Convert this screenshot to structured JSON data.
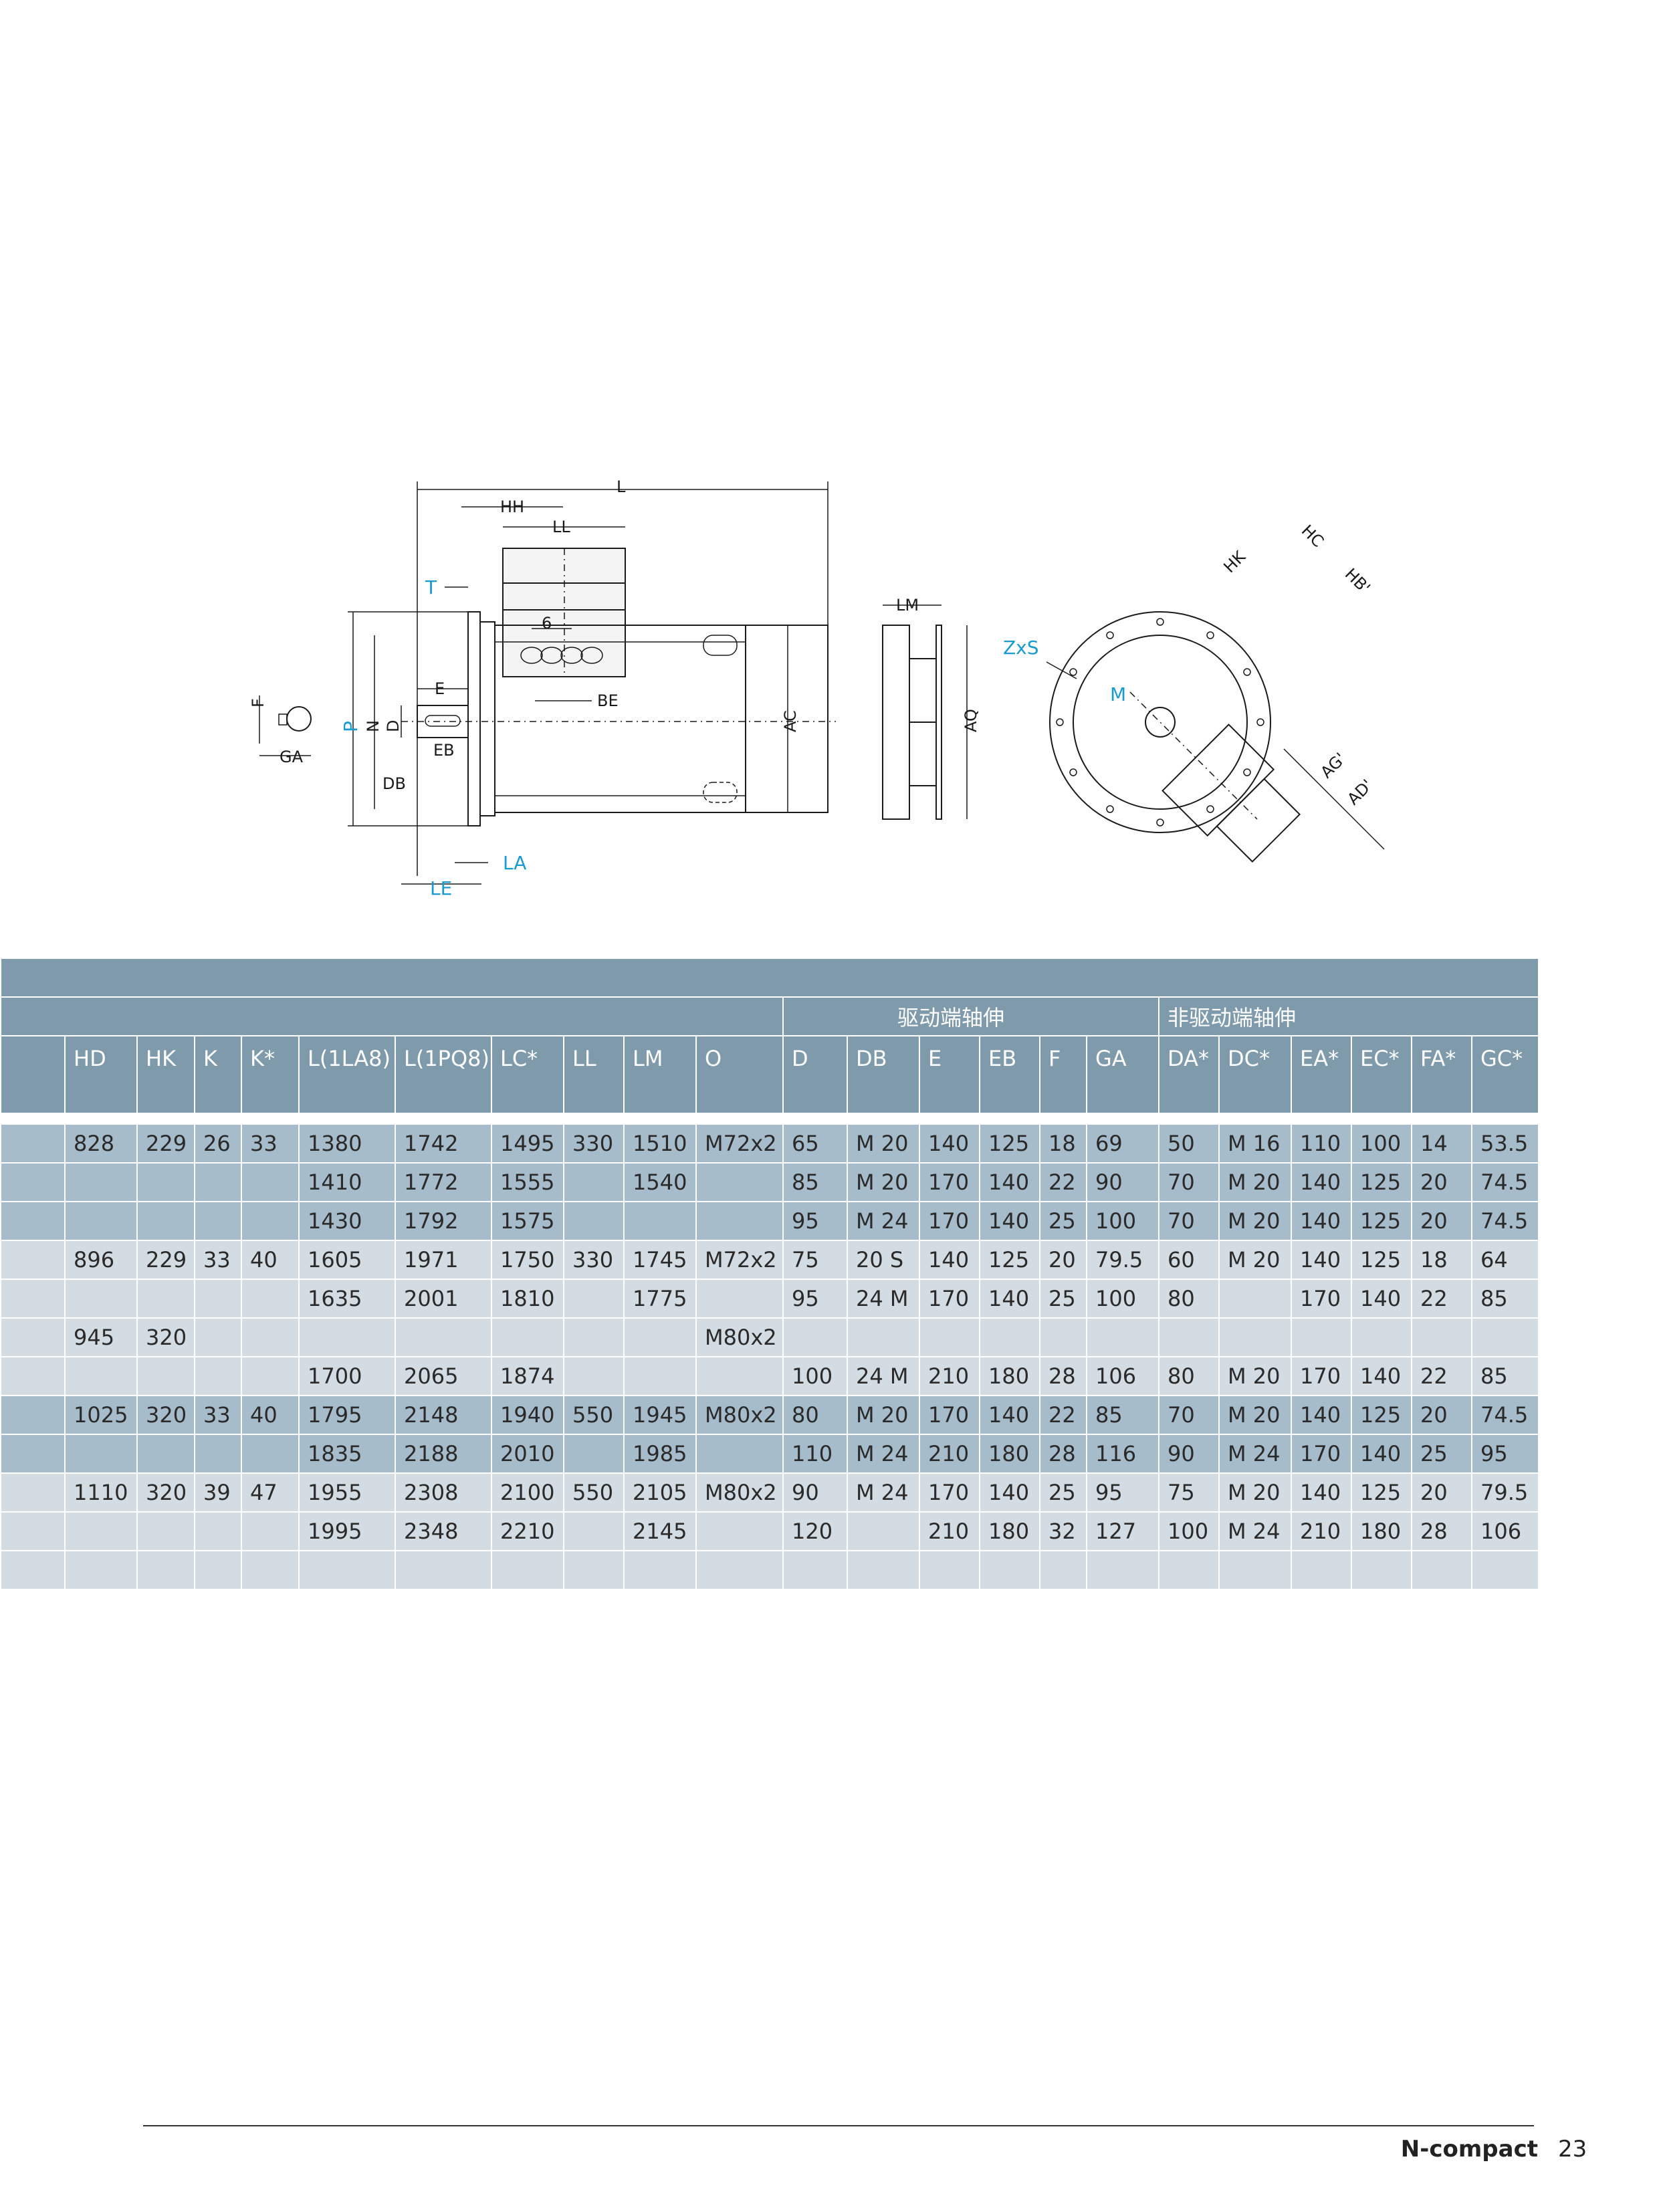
{
  "drawing": {
    "labels": {
      "L": "L",
      "HH": "HH",
      "LL": "LL",
      "T": "T",
      "six": "6",
      "E": "E",
      "BE": "BE",
      "F": "F",
      "GA": "GA",
      "P": "P",
      "N": "N",
      "D": "D",
      "DB": "DB",
      "EB": "EB",
      "LA": "LA",
      "LE": "LE",
      "AC": "AC",
      "LM": "LM",
      "AQ": "AQ",
      "ZxS": "ZxS",
      "M": "M",
      "HK": "HK",
      "HC": "HC",
      "HB": "HB'",
      "AG": "AG'",
      "AD": "AD'"
    }
  },
  "table": {
    "group_headers": {
      "drive_end": "驱动端轴伸",
      "non_drive_end": "非驱动端轴伸"
    },
    "columns": [
      "",
      "HD",
      "HK",
      "K",
      "K*",
      "L(1LA8)",
      "L(1PQ8)",
      "LC*",
      "LL",
      "LM",
      "O",
      "D",
      "DB",
      "E",
      "EB",
      "F",
      "GA",
      "DA*",
      "DC*",
      "EA*",
      "EC*",
      "FA*",
      "GC*"
    ],
    "rows": [
      [
        "",
        "828",
        "229",
        "26",
        "33",
        "1380",
        "1742",
        "1495",
        "330",
        "1510",
        "M72x2",
        "65",
        "M 20",
        "140",
        "125",
        "18",
        "69",
        "50",
        "M 16",
        "110",
        "100",
        "14",
        "53.5"
      ],
      [
        "",
        "",
        "",
        "",
        "",
        "1410",
        "1772",
        "1555",
        "",
        "1540",
        "",
        "85",
        "M 20",
        "170",
        "140",
        "22",
        "90",
        "70",
        "M 20",
        "140",
        "125",
        "20",
        "74.5"
      ],
      [
        "",
        "",
        "",
        "",
        "",
        "1430",
        "1792",
        "1575",
        "",
        "",
        "",
        "95",
        "M 24",
        "170",
        "140",
        "25",
        "100",
        "70",
        "M 20",
        "140",
        "125",
        "20",
        "74.5"
      ],
      [
        "",
        "896",
        "229",
        "33",
        "40",
        "1605",
        "1971",
        "1750",
        "330",
        "1745",
        "M72x2",
        "75",
        "20 S",
        "140",
        "125",
        "20",
        "79.5",
        "60",
        "M 20",
        "140",
        "125",
        "18",
        "64"
      ],
      [
        "",
        "",
        "",
        "",
        "",
        "1635",
        "2001",
        "1810",
        "",
        "1775",
        "",
        "95",
        "24 M",
        "170",
        "140",
        "25",
        "100",
        "80",
        "",
        "170",
        "140",
        "22",
        "85"
      ],
      [
        "",
        "945",
        "320",
        "",
        "",
        "",
        "",
        "",
        "",
        "",
        "M80x2",
        "",
        "",
        "",
        "",
        "",
        "",
        "",
        "",
        "",
        "",
        "",
        ""
      ],
      [
        "",
        "",
        "",
        "",
        "",
        "1700",
        "2065",
        "1874",
        "",
        "",
        "",
        "100",
        "24 M",
        "210",
        "180",
        "28",
        "106",
        "80",
        "M 20",
        "170",
        "140",
        "22",
        "85"
      ],
      [
        "",
        "1025",
        "320",
        "33",
        "40",
        "1795",
        "2148",
        "1940",
        "550",
        "1945",
        "M80x2",
        "80",
        "M 20",
        "170",
        "140",
        "22",
        "85",
        "70",
        "M 20",
        "140",
        "125",
        "20",
        "74.5"
      ],
      [
        "",
        "",
        "",
        "",
        "",
        "1835",
        "2188",
        "2010",
        "",
        "1985",
        "",
        "110",
        "M 24",
        "210",
        "180",
        "28",
        "116",
        "90",
        "M 24",
        "170",
        "140",
        "25",
        "95"
      ],
      [
        "",
        "1110",
        "320",
        "39",
        "47",
        "1955",
        "2308",
        "2100",
        "550",
        "2105",
        "M80x2",
        "90",
        "M 24",
        "170",
        "140",
        "25",
        "95",
        "75",
        "M 20",
        "140",
        "125",
        "20",
        "79.5"
      ],
      [
        "",
        "",
        "",
        "",
        "",
        "1995",
        "2348",
        "2210",
        "",
        "2145",
        "",
        "120",
        "",
        "210",
        "180",
        "32",
        "127",
        "100",
        "M 24",
        "210",
        "180",
        "28",
        "106"
      ],
      [
        "",
        "",
        "",
        "",
        "",
        "",
        "",
        "",
        "",
        "",
        "",
        "",
        "",
        "",
        "",
        "",
        "",
        "",
        "",
        "",
        "",
        "",
        ""
      ]
    ],
    "row_shading": [
      "dark",
      "dark",
      "dark",
      "light",
      "light",
      "light",
      "light",
      "dark",
      "dark",
      "light",
      "light",
      "light"
    ]
  },
  "footer": {
    "title": "N-compact",
    "page": "23"
  }
}
